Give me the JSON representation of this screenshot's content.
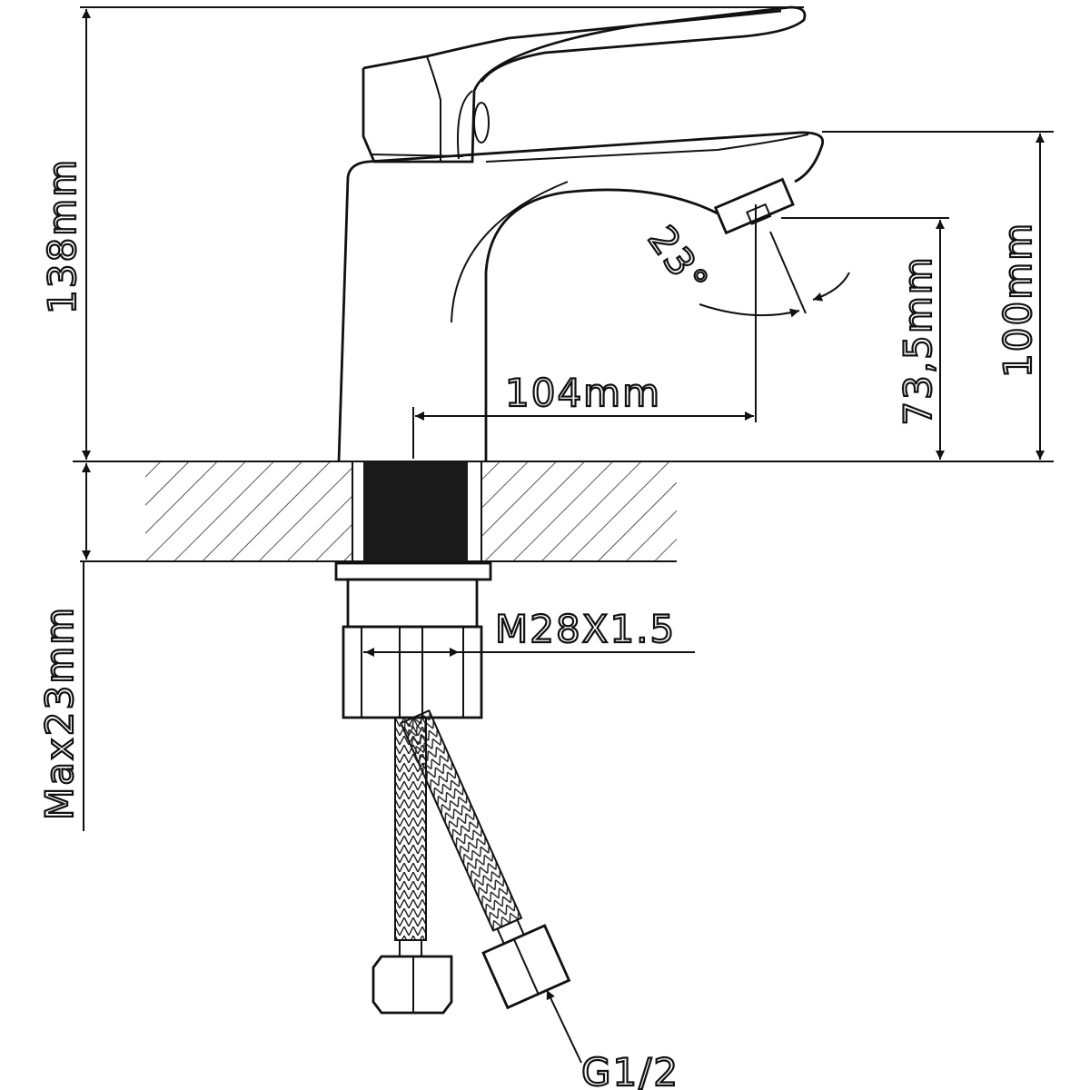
{
  "dimensions": {
    "total_height": "138mm",
    "spout_height": "100mm",
    "aerator_height": "73,5mm",
    "spout_reach": "104mm",
    "max_counter_thickness": "Max23mm",
    "thread": "M28X1.5",
    "hose_connection": "G1/2",
    "spout_angle": "23°"
  }
}
